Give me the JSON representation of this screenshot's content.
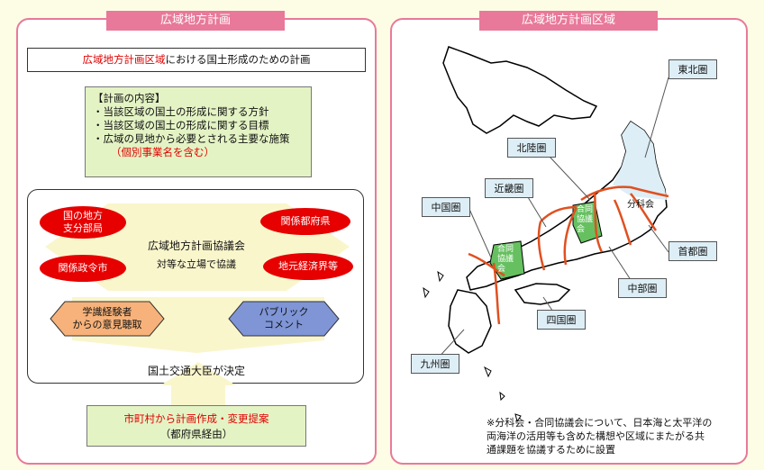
{
  "left": {
    "title": "広域地方計画",
    "top_box": {
      "red": "広域地方計画区域",
      "rest": "における国土形成のための計画"
    },
    "contents": {
      "header": "【計画の内容】",
      "items": [
        "・当該区域の国土の形成に関する方針",
        "・当該区域の国土の形成に関する目標",
        "・広域の見地から必要とされる主要な施策"
      ],
      "note": "（個別事業名を含む）"
    },
    "council": {
      "title": "広域地方計画協議会",
      "subtitle": "対等な立場で協議",
      "ovals": [
        "国の地方\n支分部局",
        "関係都府県",
        "関係政令市",
        "地元経済界等"
      ]
    },
    "hex_left": "学識経験者\nからの意見聴取",
    "hex_right": "パブリック\nコメント",
    "decision": "国土交通大臣が決定",
    "proposal": {
      "red": "市町村から計画作成・変更提案",
      "sub": "（都府県経由）"
    }
  },
  "right": {
    "title": "広域地方計画区域",
    "regions": [
      "東北圏",
      "北陸圏",
      "近畿圏",
      "中国圏",
      "首都圏",
      "中部圏",
      "四国圏",
      "九州圏"
    ],
    "map_labels": {
      "bunkakai": "分科会",
      "godo1": "合同\n協議\n会",
      "godo2": "合同\n協議\n会"
    },
    "note": [
      "※分科会・合同協議会について、日本海と太平洋の",
      "両海洋の活用等も含めた構想や区域にまたがる共",
      "通課題を協議するために設置"
    ]
  }
}
